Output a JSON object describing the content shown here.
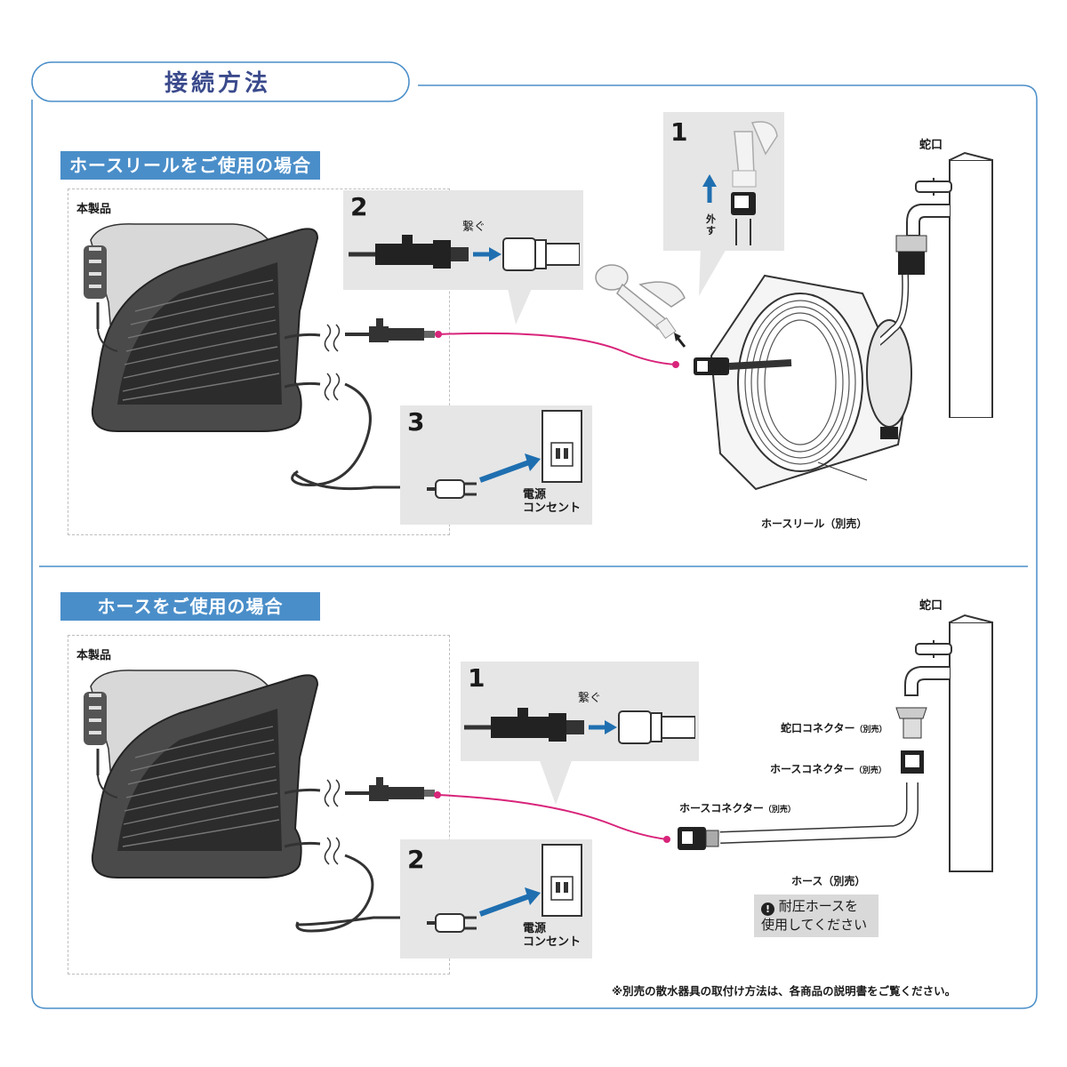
{
  "header": {
    "title": "接続方法"
  },
  "section_reel": {
    "heading": "ホースリールをご使用の場合",
    "product_label": "本製品",
    "step1": {
      "number": "1",
      "action": "外す"
    },
    "step2": {
      "number": "2",
      "action": "繋ぐ"
    },
    "step3": {
      "number": "3"
    },
    "outlet_label": [
      "電源",
      "コンセント"
    ],
    "faucet_label": "蛇口",
    "reel_label": "ホースリール（別売）"
  },
  "section_hose": {
    "heading": "ホースをご使用の場合",
    "product_label": "本製品",
    "step1": {
      "number": "1",
      "action": "繋ぐ"
    },
    "step2": {
      "number": "2"
    },
    "outlet_label": [
      "電源",
      "コンセント"
    ],
    "faucet_label": "蛇口",
    "faucet_connector": {
      "name": "蛇口コネクター",
      "note": "（別売）"
    },
    "hose_connector_top": {
      "name": "ホースコネクター",
      "note": "（別売）"
    },
    "hose_connector_left": {
      "name": "ホースコネクター",
      "note": "（別売）"
    },
    "hose_label": "ホース（別売）",
    "warning": {
      "icon": "exclamation-circle-icon",
      "line1": "耐圧ホースを",
      "line2": "使用してください"
    }
  },
  "footer_note": "※別売の散水器具の取付け方法は、各商品の説明書をご覧ください。",
  "colors": {
    "frame": "#4a8ec9",
    "bar": "#4a8ec9",
    "title": "#3a4a8c",
    "pink_line": "#d8247a",
    "arrow": "#1f6fb0",
    "panel": "#e6e6e6"
  }
}
